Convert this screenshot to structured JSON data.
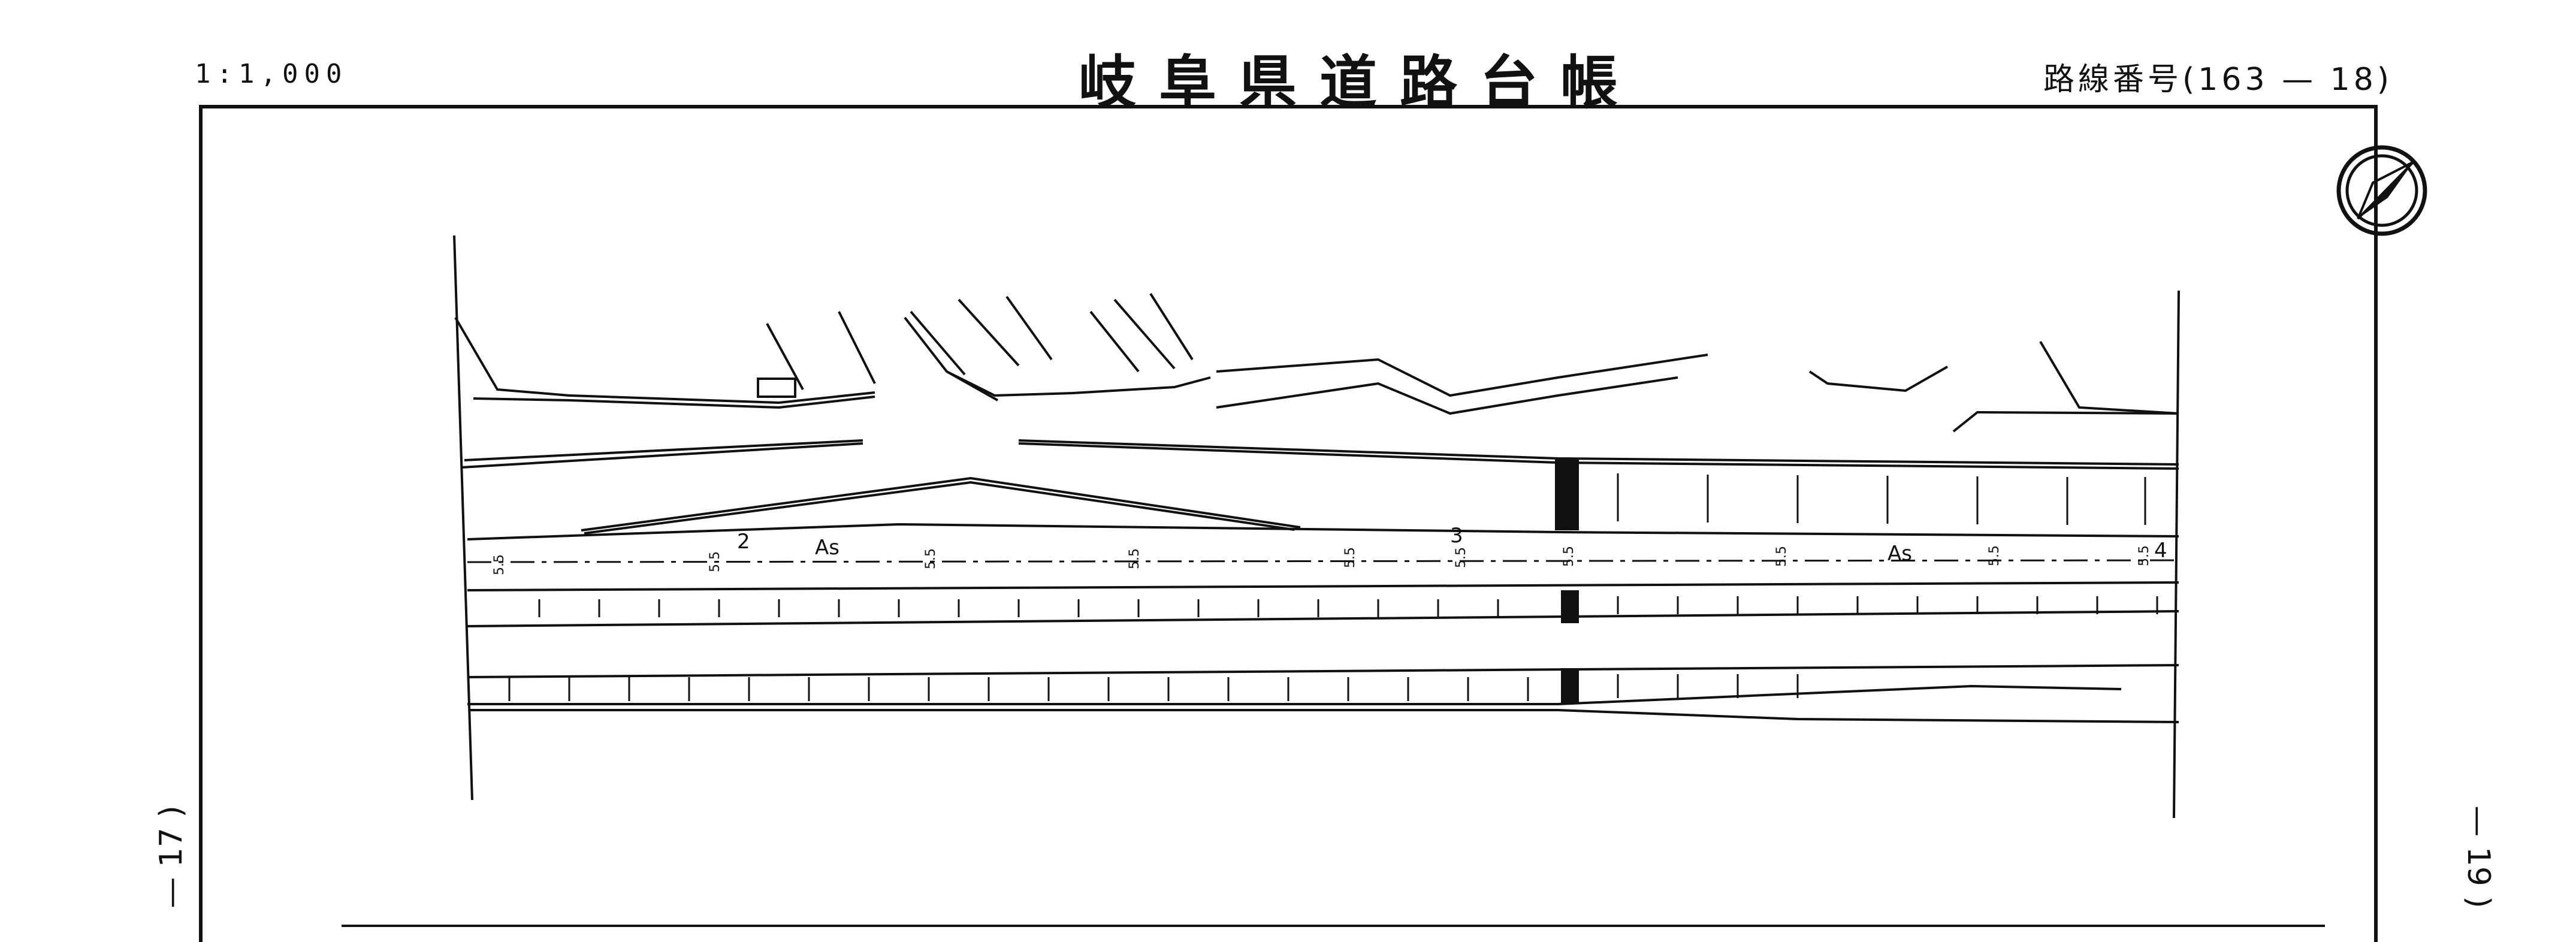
{
  "header": {
    "scale": "1:1,000",
    "title": "岐阜県道路台帳",
    "route_label": "路線番号(",
    "route_number": "163 — 18",
    "route_close": ")"
  },
  "adjacent_sheets": {
    "previous": "— 17 )",
    "next": "— 19 )"
  },
  "plan": {
    "station_labels": [
      "2",
      "3",
      "4"
    ],
    "pavement_labels": [
      "As",
      "As"
    ],
    "width_labels": [
      "5.5",
      "5.5",
      "5.5",
      "5.5",
      "5.5",
      "5.5",
      "5.5",
      "5.5",
      "5.5",
      "5.5"
    ]
  }
}
